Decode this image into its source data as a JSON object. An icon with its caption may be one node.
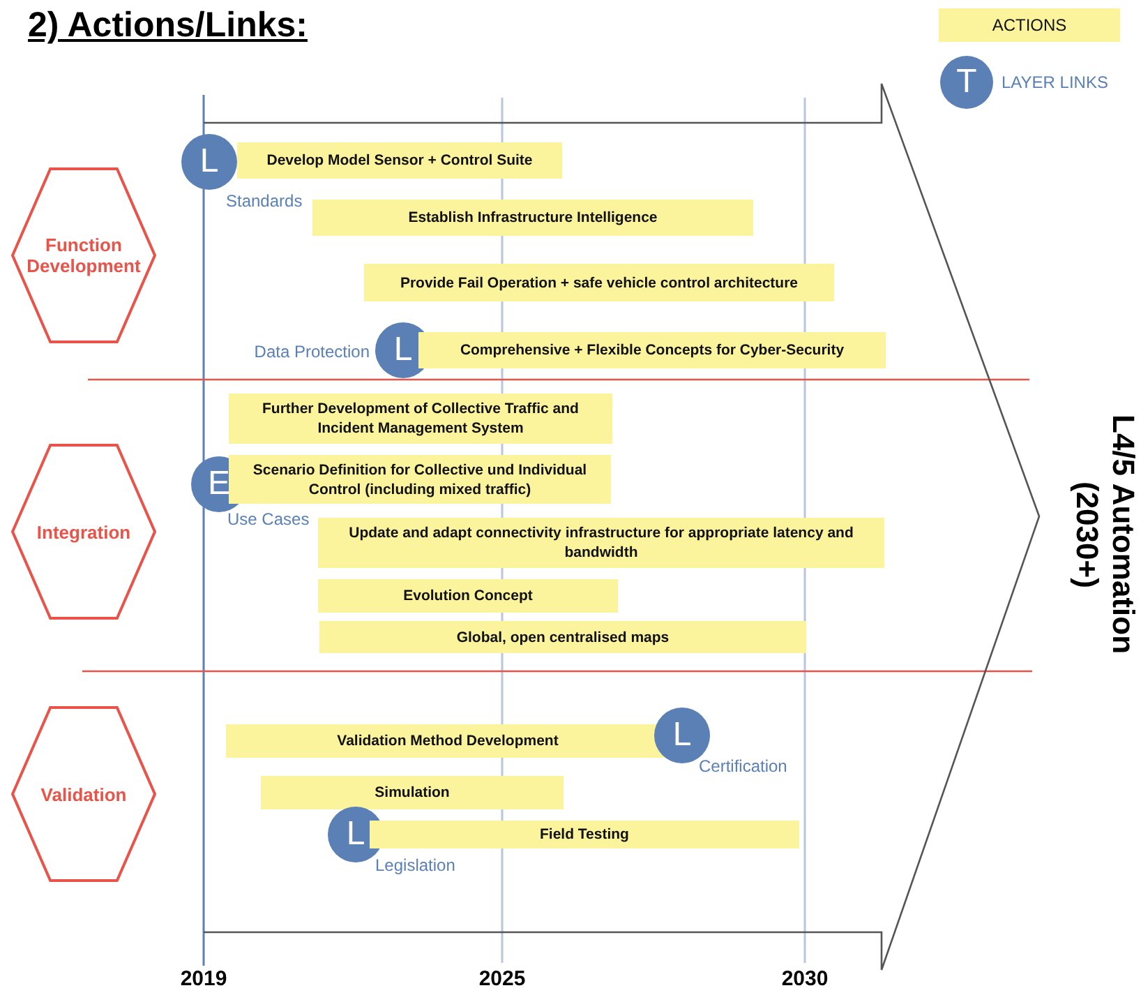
{
  "diagram": {
    "title": "2) Actions/Links:",
    "nodes": [
      {
        "text": [
          "Function Development"
        ]
      },
      {
        "text": [
          "Integration"
        ]
      },
      {
        "text": [
          "Validation"
        ]
      },
      {
        "text": [
          "L"
        ],
        "beside": [
          "Standards"
        ]
      },
      {
        "text": [
          "Develop Model Sensor + Control Suite"
        ]
      },
      {
        "text": [
          "Establish Infrastructure Intelligence"
        ]
      },
      {
        "text": [
          "Provide Fail Operation + safe vehicle control architecture"
        ]
      },
      {
        "text": [
          "L"
        ],
        "beside": [
          "Data Protection"
        ]
      },
      {
        "text": [
          "Comprehensive + Flexible Concepts for Cyber-Security"
        ]
      },
      {
        "text": [
          "Further Development of Collective Traffic and Incident Management System"
        ]
      },
      {
        "text": [
          "E"
        ],
        "beside": [
          "Use Cases"
        ]
      },
      {
        "text": [
          "Scenario Definition for Collective und Individual Control (including mixed traffic)"
        ]
      },
      {
        "text": [
          "Update and adapt connectivity infrastructure for appropriate latency and bandwidth"
        ]
      },
      {
        "text": [
          "Evolution Concept"
        ]
      },
      {
        "text": [
          "Global, open centralised maps"
        ]
      },
      {
        "text": [
          "Validation Method Development"
        ]
      },
      {
        "text": [
          "L"
        ],
        "beside": [
          "Certification"
        ]
      },
      {
        "text": [
          "Simulation"
        ]
      },
      {
        "text": [
          "L"
        ],
        "beside": [
          "Legislation"
        ]
      },
      {
        "text": [
          "Field Testing"
        ]
      }
    ],
    "labels": [
      "T",
      "L4/5 Automation (2030+)",
      "2019",
      "2025",
      "2030"
    ],
    "legend": [
      {
        "text": "ACTIONS",
        "color": "#fbf49c"
      },
      {
        "text": "LAYER LINKS"
      }
    ]
  }
}
